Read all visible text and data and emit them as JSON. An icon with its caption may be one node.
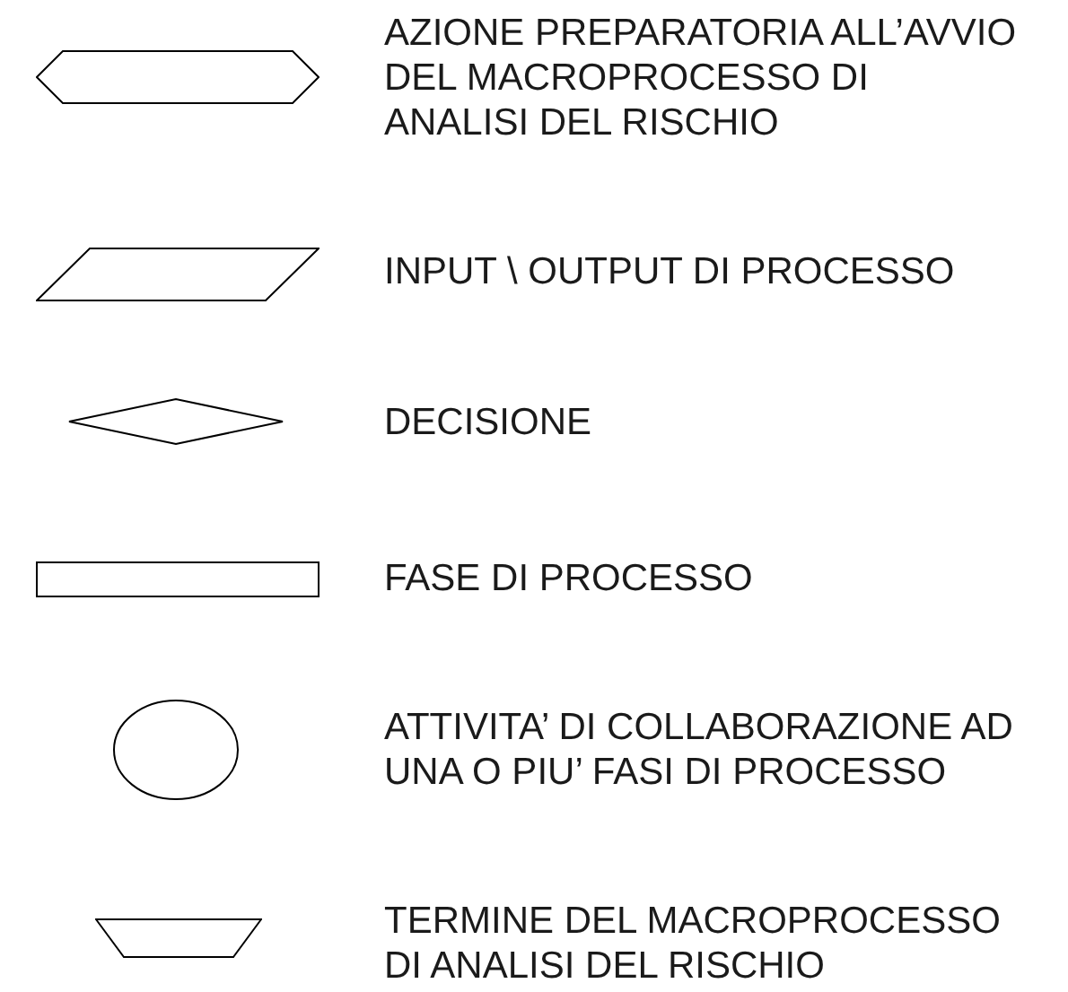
{
  "diagram": {
    "nodes": [
      {
        "text": [],
        "shape": "hexagon",
        "beside": [
          "AZIONE PREPARATORIA ALL’AVVIO DEL MACROPROCESSO DI ANALISI DEL RISCHIO"
        ]
      },
      {
        "text": [],
        "shape": "parallelogram",
        "beside": [
          "INPUT \\ OUTPUT DI PROCESSO"
        ]
      },
      {
        "text": [],
        "shape": "diamond",
        "beside": [
          "DECISIONE"
        ]
      },
      {
        "text": [],
        "shape": "box",
        "beside": [
          "FASE DI PROCESSO"
        ]
      },
      {
        "text": [],
        "shape": "circle",
        "beside": [
          "ATTIVITA’ DI COLLABORAZIONE AD UNA O PIU’ FASI DI PROCESSO"
        ]
      },
      {
        "text": [],
        "shape": "trapezoid",
        "beside": [
          "TERMINE DEL MACROPROCESSO DI ANALISI DEL RISCHIO"
        ]
      }
    ]
  }
}
